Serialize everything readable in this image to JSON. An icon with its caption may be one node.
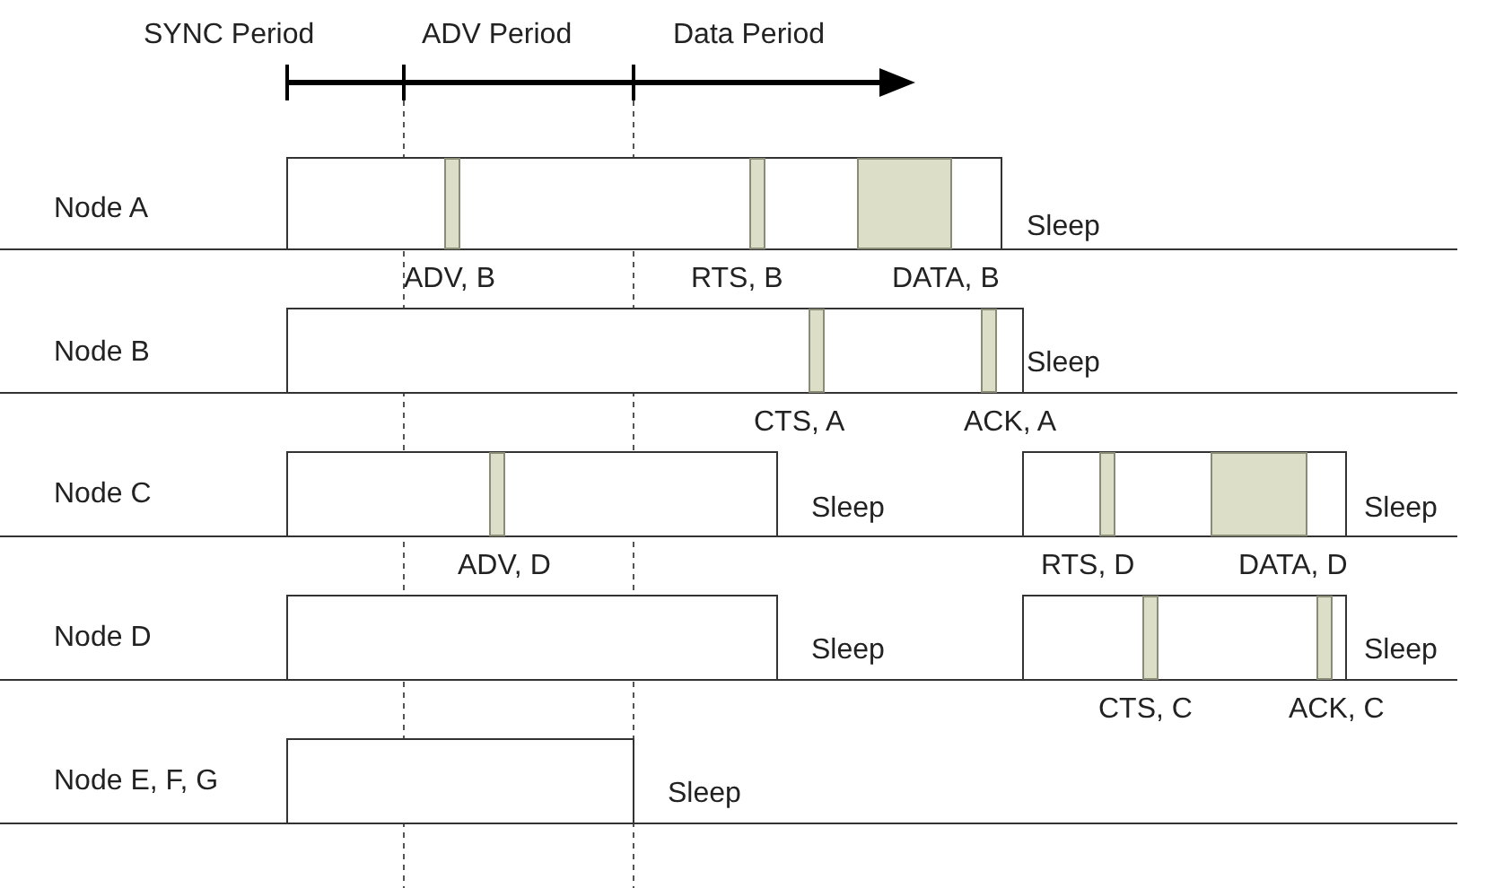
{
  "diagram": {
    "labels": [
      "SYNC Period",
      "ADV Period",
      "Data Period",
      "Node A",
      "Sleep",
      "ADV, B",
      "RTS, B",
      "DATA, B",
      "Node B",
      "Sleep",
      "CTS, A",
      "ACK, A",
      "Node C",
      "Sleep",
      "Sleep",
      "ADV, D",
      "RTS, D",
      "DATA, D",
      "Node D",
      "Sleep",
      "Sleep",
      "CTS, C",
      "ACK, C",
      "Node E, F, G",
      "Sleep"
    ]
  }
}
